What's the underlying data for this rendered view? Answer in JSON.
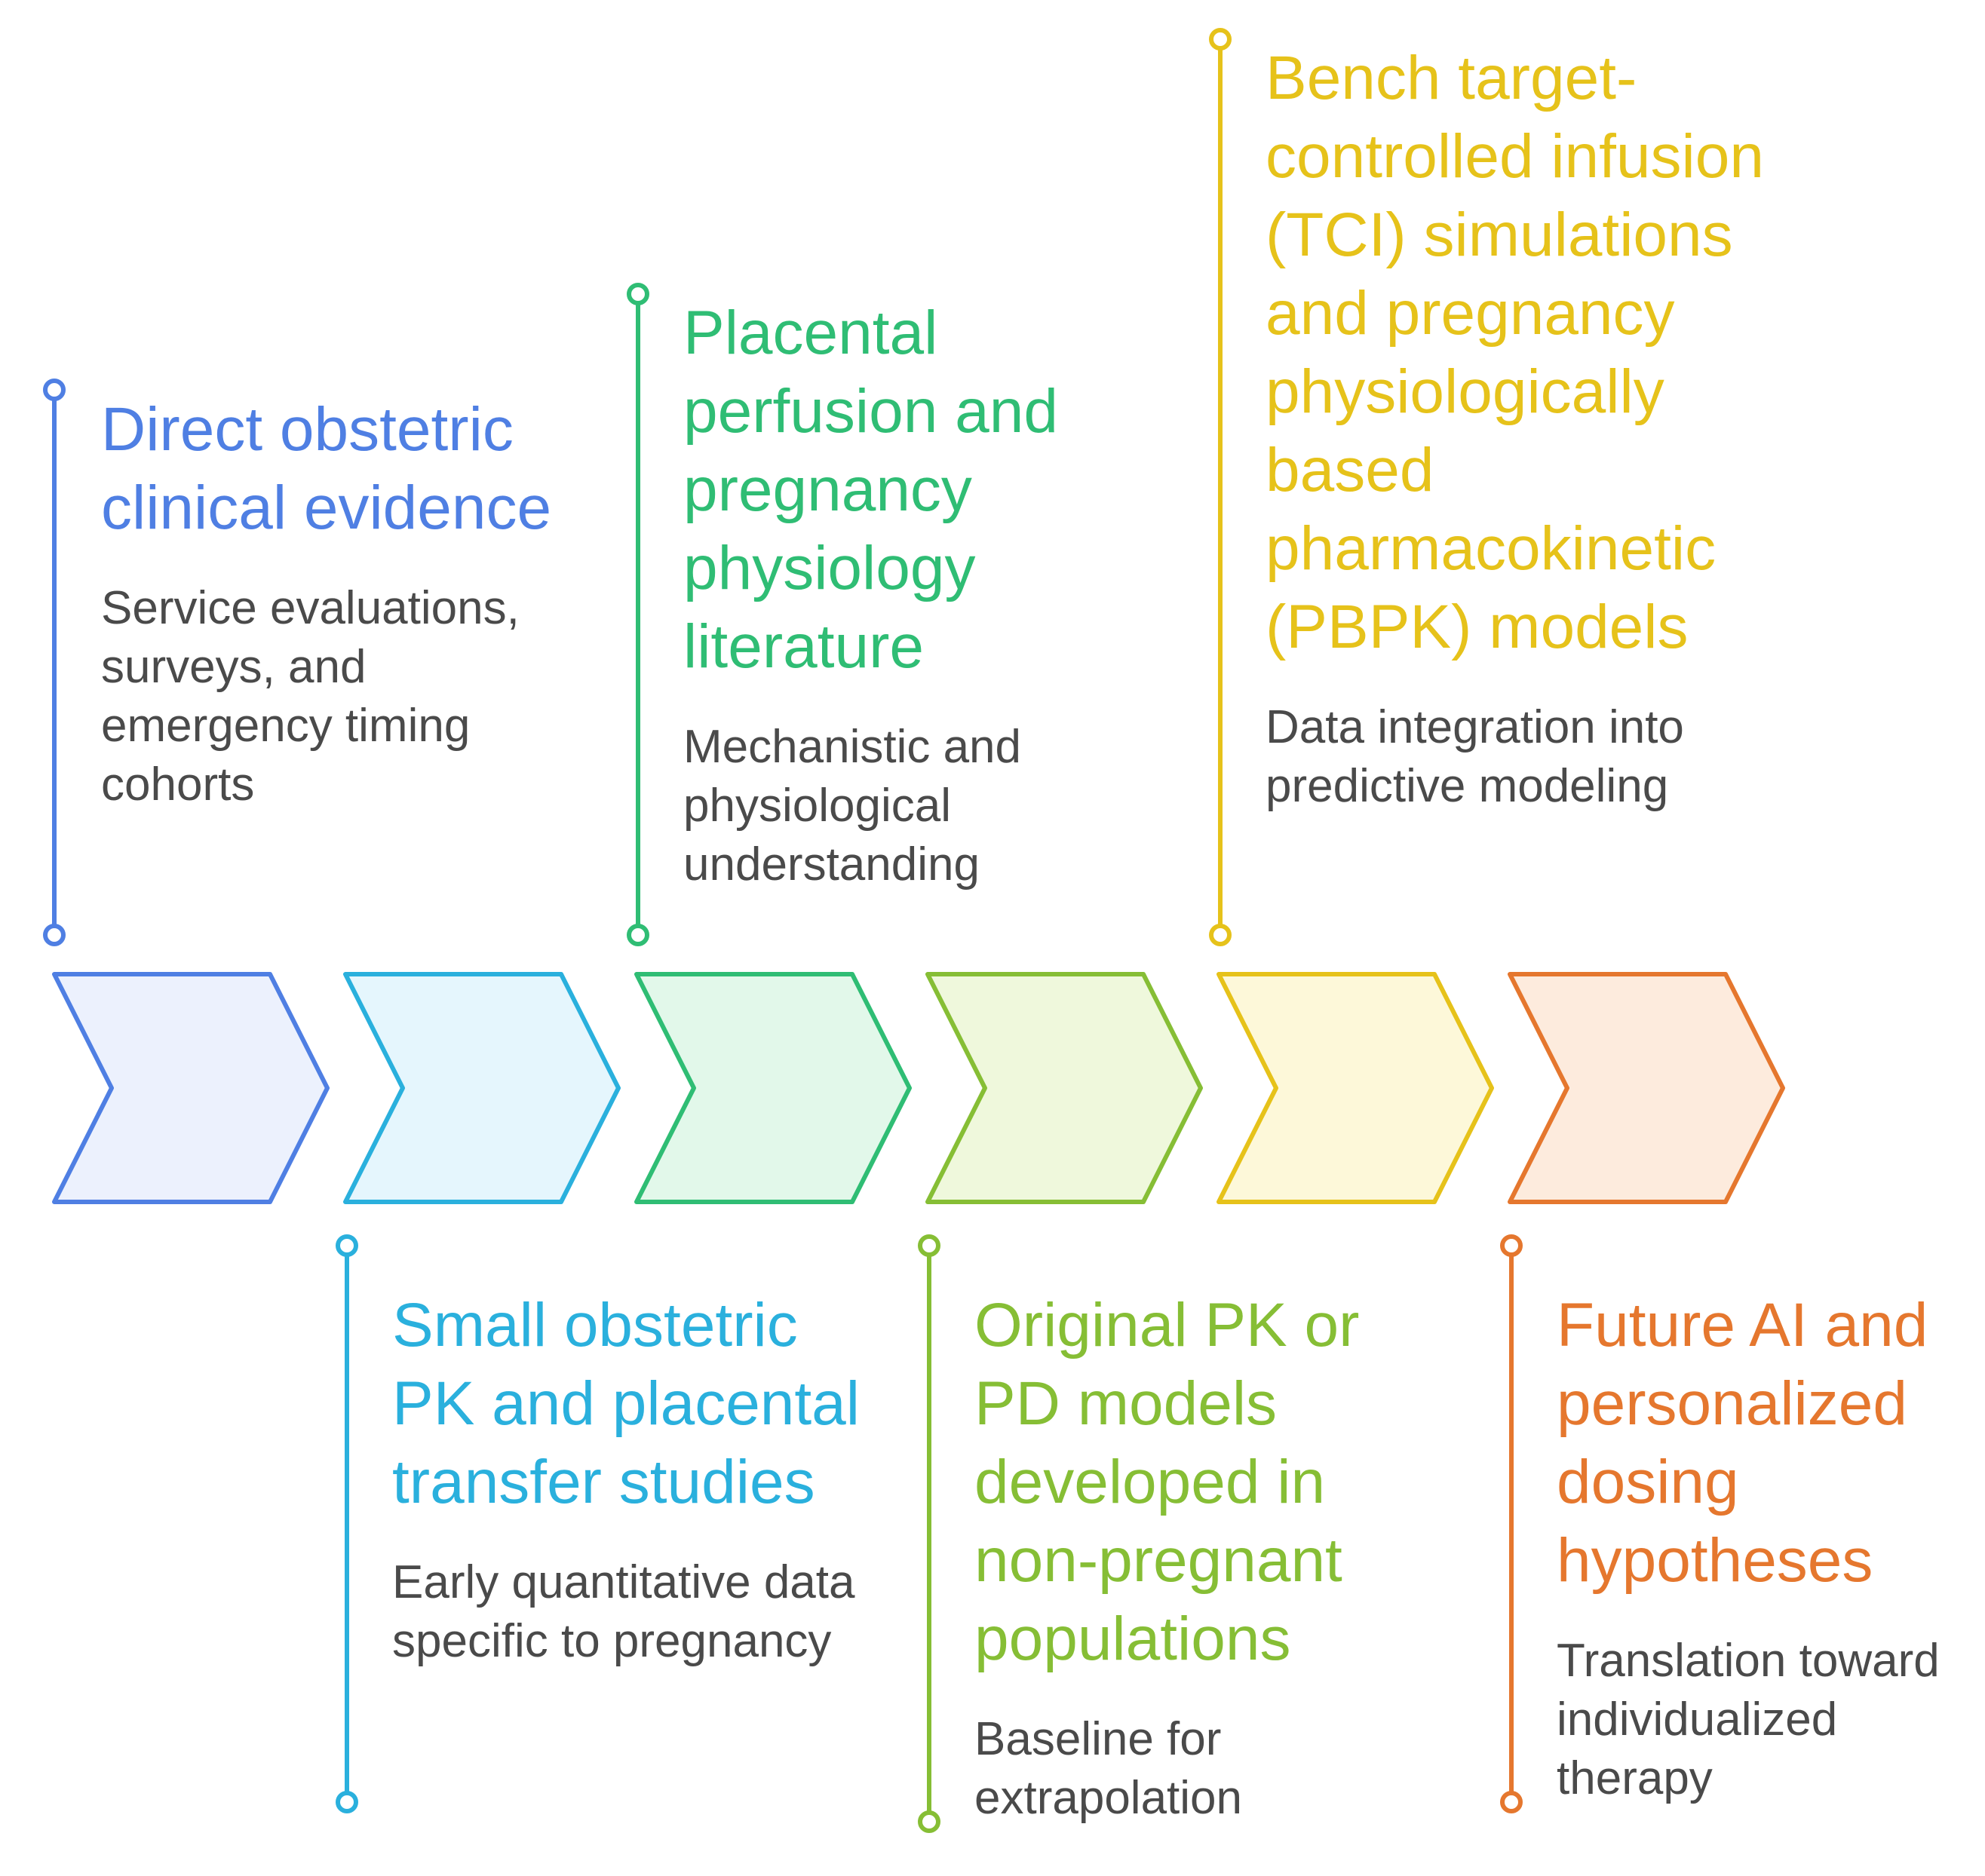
{
  "stages": [
    {
      "title": "Direct obstetric clinical evidence",
      "description": "Service evaluations, surveys, and emergency timing cohorts",
      "color": "#4f7fe3",
      "fill": "#ecf1fd"
    },
    {
      "title": "Small obstetric PK and placental transfer studies",
      "description": "Early quantitative data specific to pregnancy",
      "color": "#2ab0dd",
      "fill": "#e5f6fd"
    },
    {
      "title": "Placental perfusion and pregnancy physiology literature",
      "description": "Mechanistic and physiological understanding",
      "color": "#2fbd74",
      "fill": "#e2f8ea"
    },
    {
      "title": "Original PK or PD models developed in non-pregnant populations",
      "description": "Baseline for extrapolation",
      "color": "#86be35",
      "fill": "#eff8dc"
    },
    {
      "title": "Bench target-controlled infusion (TCI) simulations and pregnancy physiologically based pharmacokinetic (PBPK) models",
      "description": "Data integration into predictive modeling",
      "color": "#e6c21a",
      "fill": "#fdf8d9"
    },
    {
      "title": "Future AI and personalized dosing hypotheses",
      "description": "Translation toward individualized therapy",
      "color": "#e5772e",
      "fill": "#fdebdd"
    }
  ]
}
